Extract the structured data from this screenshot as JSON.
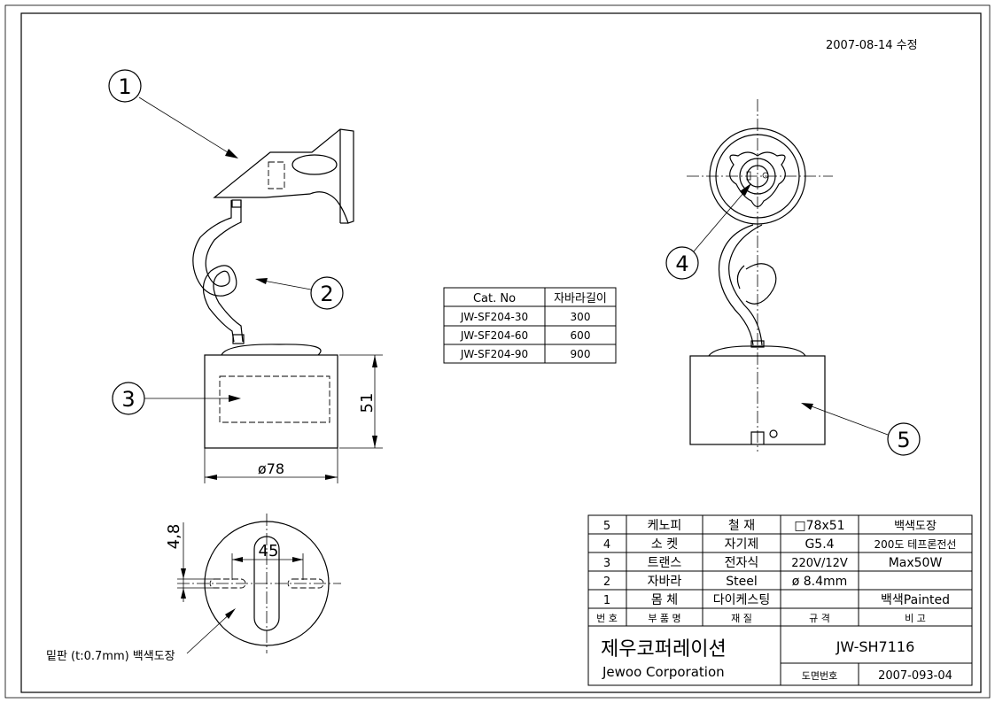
{
  "revision_note": "2007-08-14  수정",
  "balloons": [
    "1",
    "2",
    "3",
    "4",
    "5"
  ],
  "dimensions": {
    "width": "ø78",
    "height": "51",
    "slot_spacing": "45",
    "slot_width": "4,8"
  },
  "base_plate_note": "밑판 (t:0.7mm) 백색도장",
  "cat_table": {
    "headers": [
      "Cat. No",
      "자바라길이"
    ],
    "rows": [
      [
        "JW-SF204-30",
        "300"
      ],
      [
        "JW-SF204-60",
        "600"
      ],
      [
        "JW-SF204-90",
        "900"
      ]
    ]
  },
  "parts_table": {
    "header": [
      "번 호",
      "부 품 명",
      "재 질",
      "규 격",
      "비 고"
    ],
    "rows": [
      [
        "5",
        "케노피",
        "철   재",
        "□78x51",
        "백색도장"
      ],
      [
        "4",
        "소 켓",
        "자기제",
        "G5.4",
        "200도 테프론전선"
      ],
      [
        "3",
        "트랜스",
        "전자식",
        "220V/12V",
        "Max50W"
      ],
      [
        "2",
        "자바라",
        "Steel",
        "ø  8.4mm",
        ""
      ],
      [
        "1",
        "몸 체",
        "다이케스팅",
        "",
        "백색Painted"
      ]
    ]
  },
  "title_block": {
    "company_kr": "제우코퍼레이션",
    "company_en": "Jewoo Corporation",
    "model": "JW-SH7116",
    "drawing_no_label": "도면번호",
    "drawing_no": "2007-093-04"
  },
  "colors": {
    "line": "#000000",
    "paper": "#ffffff"
  }
}
